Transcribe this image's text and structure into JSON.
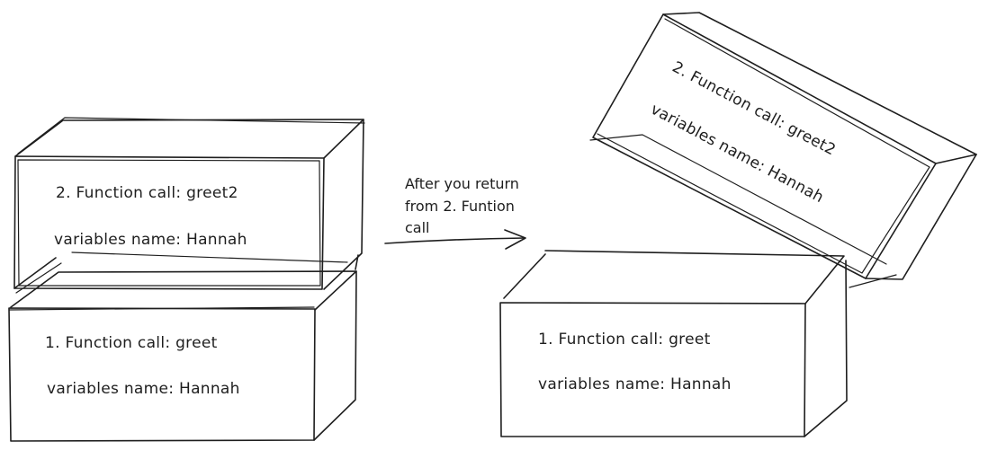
{
  "left_stack": {
    "top_box": {
      "line1": "2. Function call: greet2",
      "line2": "variables name: Hannah"
    },
    "bottom_box": {
      "line1": "1. Function call: greet",
      "line2": "variables name: Hannah"
    }
  },
  "arrow_note": {
    "line1": "After you return",
    "line2": "from 2. Funtion",
    "line3": "call"
  },
  "right_stack": {
    "tilted_box": {
      "line1": "2. Function call: greet2",
      "line2": "variables name: Hannah"
    },
    "bottom_box": {
      "line1": "1. Function call: greet",
      "line2": "variables name: Hannah"
    }
  }
}
